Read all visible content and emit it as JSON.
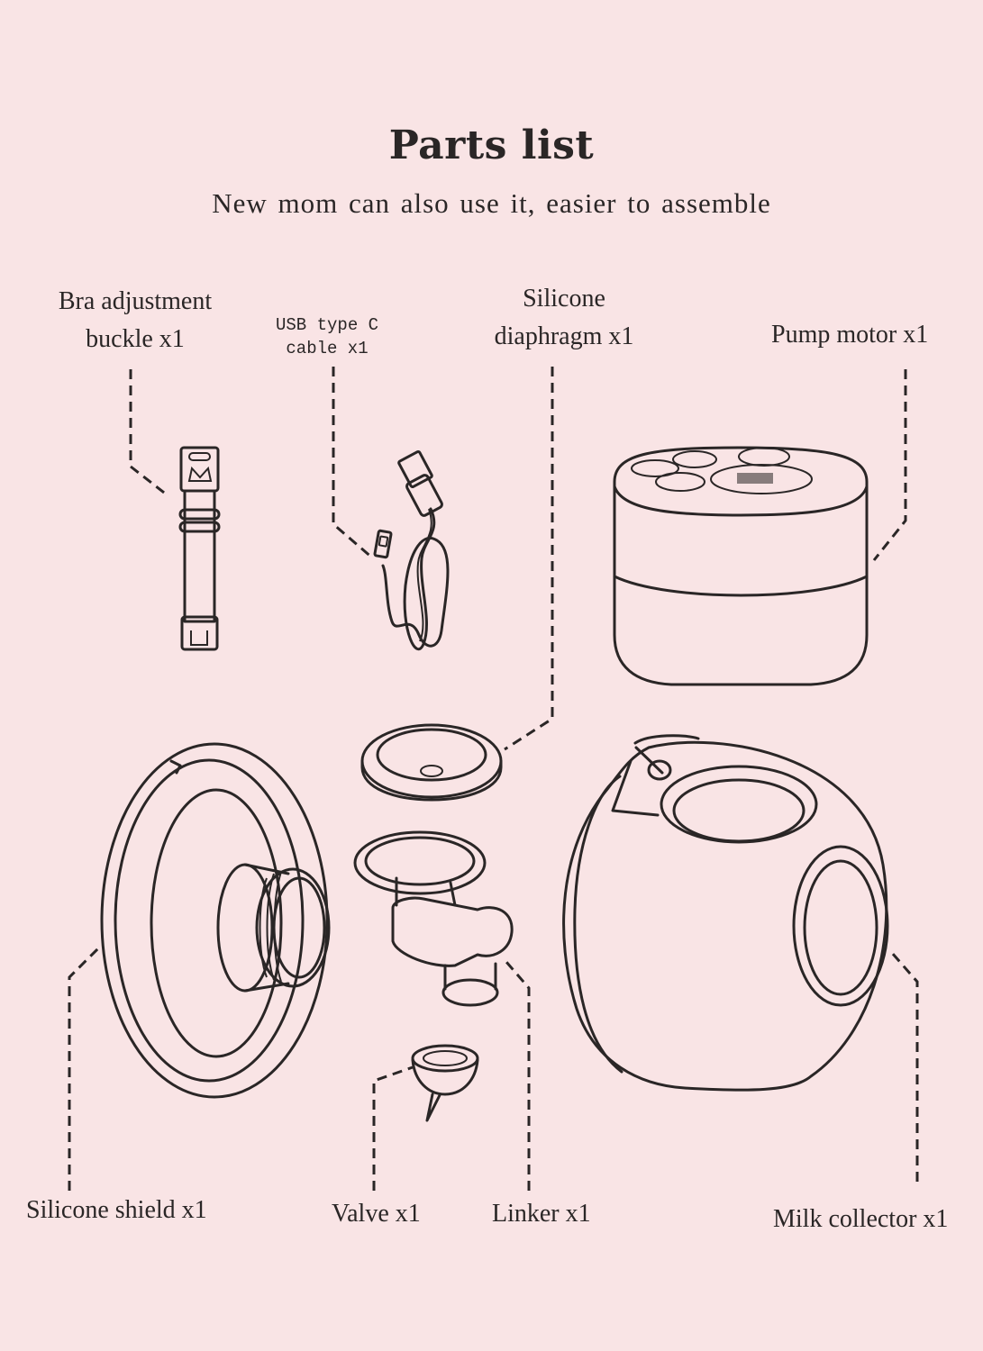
{
  "header": {
    "title": "Parts list",
    "subtitle": "New mom can also use it,  easier to assemble"
  },
  "parts": {
    "bra_buckle": {
      "line1": "Bra adjustment",
      "line2": "buckle x1"
    },
    "usb_cable": {
      "line1": "USB type C",
      "line2": "cable x1"
    },
    "diaphragm": {
      "line1": "Silicone",
      "line2": "diaphragm x1"
    },
    "pump_motor": {
      "label": "Pump motor x1"
    },
    "silicone_shield": {
      "label": "Silicone shield x1"
    },
    "valve": {
      "label": "Valve x1"
    },
    "linker": {
      "label": "Linker x1"
    },
    "milk_collector": {
      "label": "Milk collector x1"
    }
  },
  "colors": {
    "background": "#f9e4e5",
    "ink": "#2a2626"
  }
}
